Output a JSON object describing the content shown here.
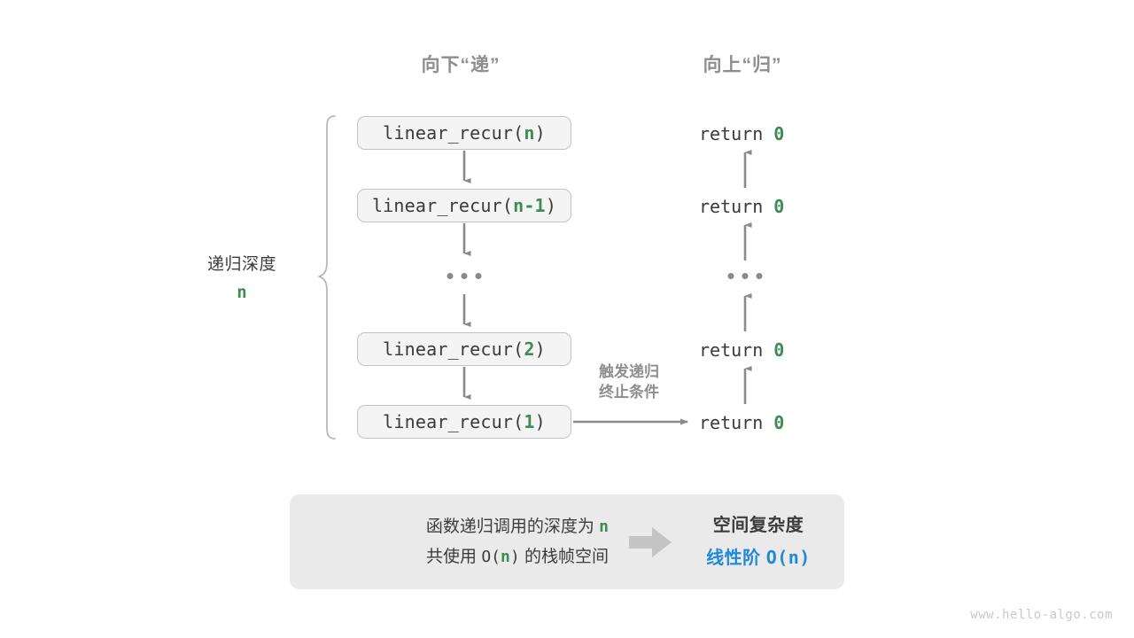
{
  "headers": {
    "down": "向下“递”",
    "up": "向上“归”"
  },
  "depth": {
    "label": "递归深度",
    "value": "n"
  },
  "frames": [
    {
      "prefix": "linear_recur(",
      "arg": "n",
      "suffix": ")",
      "return": "return",
      "return_value": "0"
    },
    {
      "prefix": "linear_recur(",
      "arg": "n-1",
      "suffix": ")",
      "return": "return",
      "return_value": "0"
    },
    {
      "prefix": "linear_recur(",
      "arg": "2",
      "suffix": ")",
      "return": "return",
      "return_value": "0"
    },
    {
      "prefix": "linear_recur(",
      "arg": "1",
      "suffix": ")",
      "return": "return",
      "return_value": "0"
    }
  ],
  "ellipsis": "...",
  "note": {
    "line1": "触发递归",
    "line2": "终止条件"
  },
  "summary": {
    "left_line1_a": "函数递归调用的深度为",
    "left_line1_b": "n",
    "left_line2_a": "共使用",
    "left_line2_b": "O(",
    "left_line2_c": "n",
    "left_line2_d": ")",
    "left_line2_e": "的栈帧空间",
    "title": "空间复杂度",
    "order_name": "线性阶",
    "order_value": "O(n)"
  },
  "watermark": "www.hello-algo.com",
  "colors": {
    "green": "#3f8a55",
    "blue": "#1e8ad6",
    "gray_text": "#3c3c3c",
    "gray_muted": "#8e8e8e",
    "box_fill": "#f4f4f4",
    "box_border": "#c2c2c2",
    "panel_fill": "#eaeaea",
    "arrow": "#8a8a8a"
  }
}
